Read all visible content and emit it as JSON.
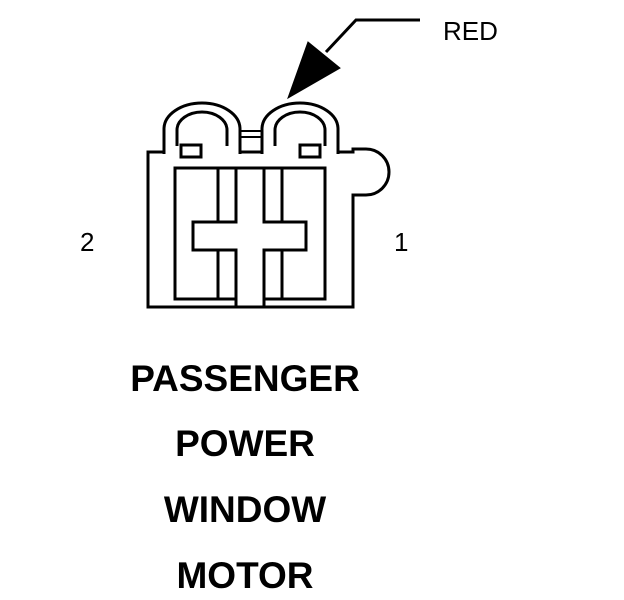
{
  "connector": {
    "wire_label": "RED",
    "pin_left": "2",
    "pin_right": "1",
    "title_lines": [
      "PASSENGER",
      "POWER",
      "WINDOW",
      "MOTOR"
    ]
  }
}
